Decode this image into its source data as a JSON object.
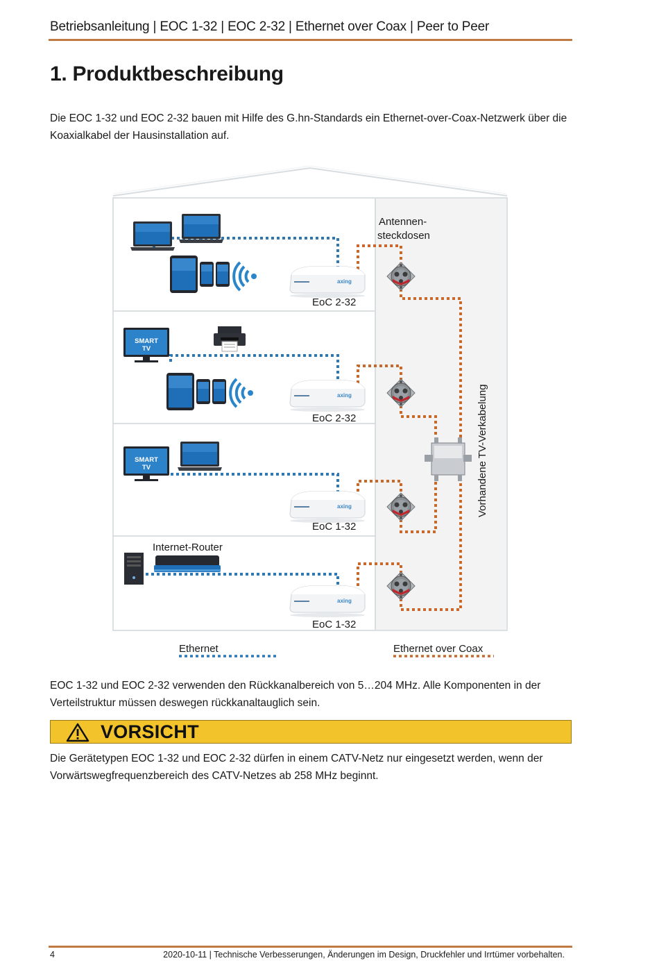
{
  "header": {
    "title": "Betriebsanleitung | EOC 1-32 | EOC 2-32 | Ethernet over Coax | Peer to Peer"
  },
  "section": {
    "heading": "1. Produktbeschreibung",
    "intro": "Die EOC 1-32 und EOC 2-32 bauen mit Hilfe des G.hn-Standards ein Ethernet-over-Coax-Netzwerk über die Koaxialkabel der Hausinstallation auf."
  },
  "diagram": {
    "sockets_label_line1": "Antennen-",
    "sockets_label_line2": "steckdosen",
    "device_floor1": "EoC 2-32",
    "device_floor2": "EoC 2-32",
    "device_floor3": "EoC 1-32",
    "device_floor4": "EoC 1-32",
    "router_label": "Internet-Router",
    "smart_tv_line1": "SMART",
    "smart_tv_line2": "TV",
    "vertical_cabling": "Vorhandene TV-Verkabelung",
    "device_brand": "axing",
    "legend_ethernet": "Ethernet",
    "legend_eoc": "Ethernet over Coax",
    "colors": {
      "ethernet": "#2f78b5",
      "coax": "#c8682a",
      "wifi": "#2a86c9"
    }
  },
  "body": {
    "frequency_note": "EOC 1-32 und EOC 2-32 verwenden den Rückkanalbereich von 5…204 MHz. Alle Komponenten in der Verteilstruktur müssen deswegen rückkanaltauglich sein.",
    "caution_label": "VORSICHT",
    "caution_text": "Die Gerätetypen EOC 1-32 und EOC 2-32 dürfen in einem CATV-Netz nur eingesetzt werden, wenn der Vorwärtswegfrequenzbereich des CATV-Netzes ab 258 MHz beginnt."
  },
  "footer": {
    "page_number": "4",
    "note": "2020-10-11 | Technische Verbesserungen, Änderungen im Design, Druckfehler und Irrtümer vorbehalten."
  }
}
